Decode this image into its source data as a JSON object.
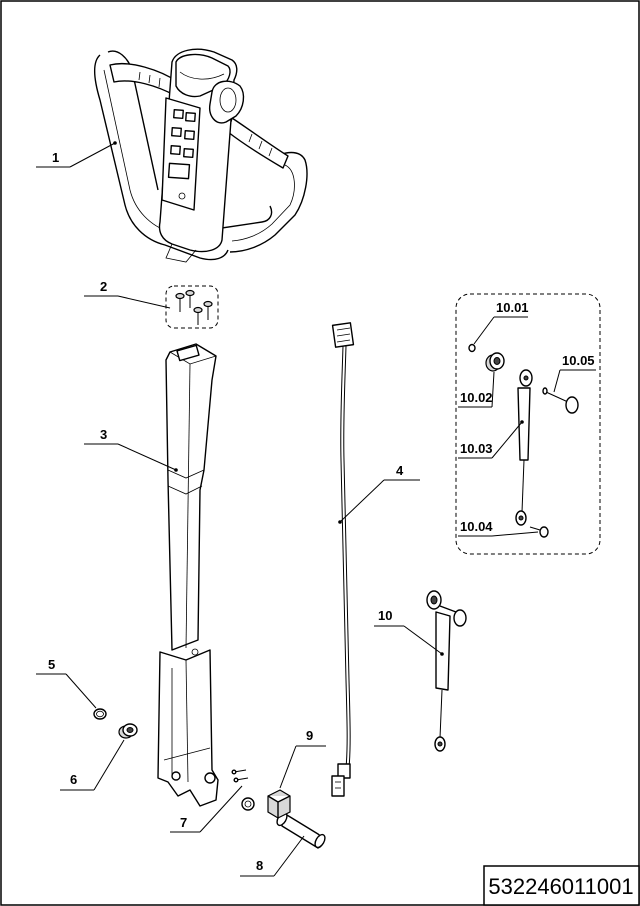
{
  "callouts": {
    "c1": "1",
    "c2": "2",
    "c3": "3",
    "c4": "4",
    "c5": "5",
    "c6": "6",
    "c7": "7",
    "c8": "8",
    "c9": "9",
    "c10": "10",
    "c10_01": "10.01",
    "c10_02": "10.02",
    "c10_03": "10.03",
    "c10_04": "10.04",
    "c10_05": "10.05"
  },
  "document_number": "532246011001"
}
